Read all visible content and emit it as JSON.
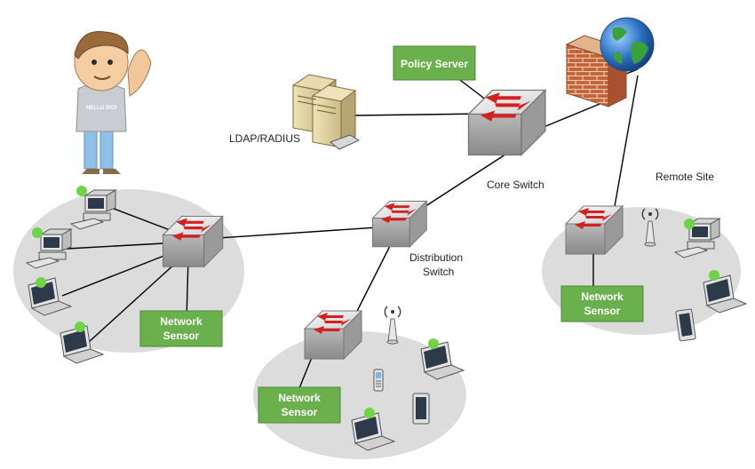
{
  "mascot": {
    "shirt_text": "HELLO DIGI"
  },
  "labels": {
    "policy_server": "Policy Server",
    "ldap_radius": "LDAP/RADIUS",
    "core_switch": "Core Switch",
    "remote_site": "Remote Site",
    "distribution_switch_line1": "Distribution",
    "distribution_switch_line2": "Switch",
    "sensor_line1": "Network",
    "sensor_line2": "Sensor"
  },
  "colors": {
    "green_box": "#6ab04c",
    "green_dot": "#6fd444",
    "zone": "#dcdcdc",
    "switch_arrow": "#d42020"
  }
}
